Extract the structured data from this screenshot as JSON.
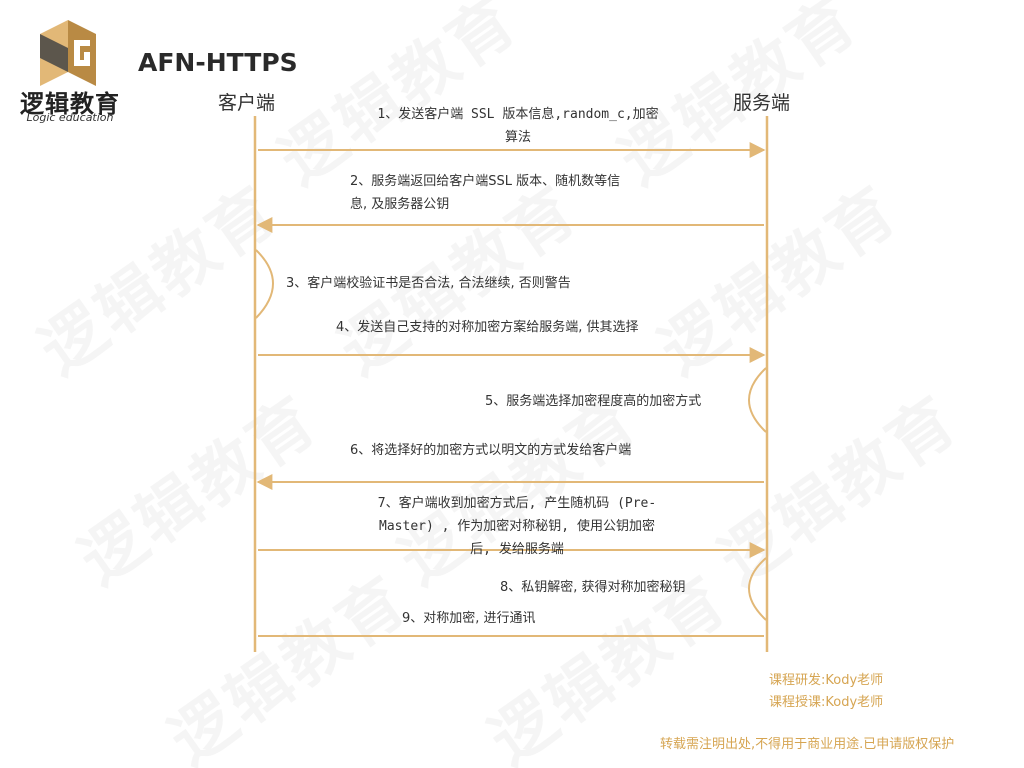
{
  "brand": {
    "name_cn": "逻辑教育",
    "name_en": "Logic education",
    "watermark": "逻辑教育",
    "accent_color": "#e2b877",
    "credit_color": "#d6a552"
  },
  "title": "AFN-HTTPS",
  "actors": {
    "client": "客户端",
    "server": "服务端"
  },
  "messages": [
    {
      "step": 1,
      "direction": "client-to-server",
      "lines": [
        "1、发送客户端 SSL 版本信息,random_c,加密",
        "算法"
      ]
    },
    {
      "step": 2,
      "direction": "server-to-client",
      "lines": [
        "2、服务端返回给客户端SSL 版本、随机数等信",
        "息, 及服务器公钥"
      ]
    },
    {
      "step": 3,
      "direction": "client-self",
      "lines": [
        "3、客户端校验证书是否合法, 合法继续, 否则警告"
      ]
    },
    {
      "step": 4,
      "direction": "client-to-server",
      "lines": [
        "4、发送自己支持的对称加密方案给服务端, 供其选择"
      ]
    },
    {
      "step": 5,
      "direction": "server-self",
      "lines": [
        "5、服务端选择加密程度高的加密方式"
      ]
    },
    {
      "step": 6,
      "direction": "server-to-client",
      "lines": [
        "6、将选择好的加密方式以明文的方式发给客户端"
      ]
    },
    {
      "step": 7,
      "direction": "client-to-server",
      "lines": [
        "7、客户端收到加密方式后, 产生随机码 (Pre-",
        "Master) , 作为加密对称秘钥, 使用公钥加密",
        "后, 发给服务端"
      ]
    },
    {
      "step": 8,
      "direction": "server-self",
      "lines": [
        "8、私钥解密, 获得对称加密秘钥"
      ]
    },
    {
      "step": 9,
      "direction": "both",
      "lines": [
        "9、对称加密, 进行通讯"
      ]
    }
  ],
  "credits": {
    "research": "课程研发:Kody老师",
    "teaching": "课程授课:Kody老师"
  },
  "footer": "转载需注明出处,不得用于商业用途.已申请版权保护"
}
